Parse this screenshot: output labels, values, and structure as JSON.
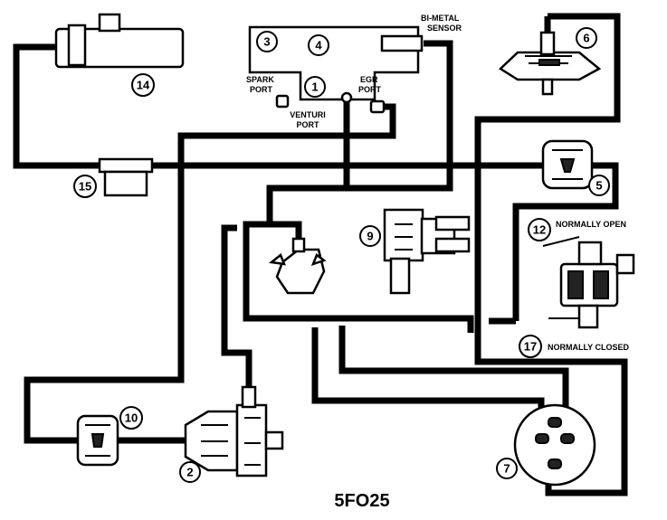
{
  "callouts": {
    "c1": "1",
    "c2": "2",
    "c3": "3",
    "c4": "4",
    "c5": "5",
    "c6": "6",
    "c7": "7",
    "c9": "9",
    "c10": "10",
    "c12": "12",
    "c14": "14",
    "c15": "15",
    "c17": "17"
  },
  "labels": {
    "bimetal_1": "BI-METAL",
    "bimetal_2": "SENSOR",
    "spark_1": "SPARK",
    "spark_2": "PORT",
    "egr_1": "EGR",
    "egr_2": "PORT",
    "venturi_1": "VENTURI",
    "venturi_2": "PORT",
    "normally_open": "NORMALLY OPEN",
    "normally_closed": "NORMALLY CLOSED"
  },
  "figure_code": "5FO25"
}
